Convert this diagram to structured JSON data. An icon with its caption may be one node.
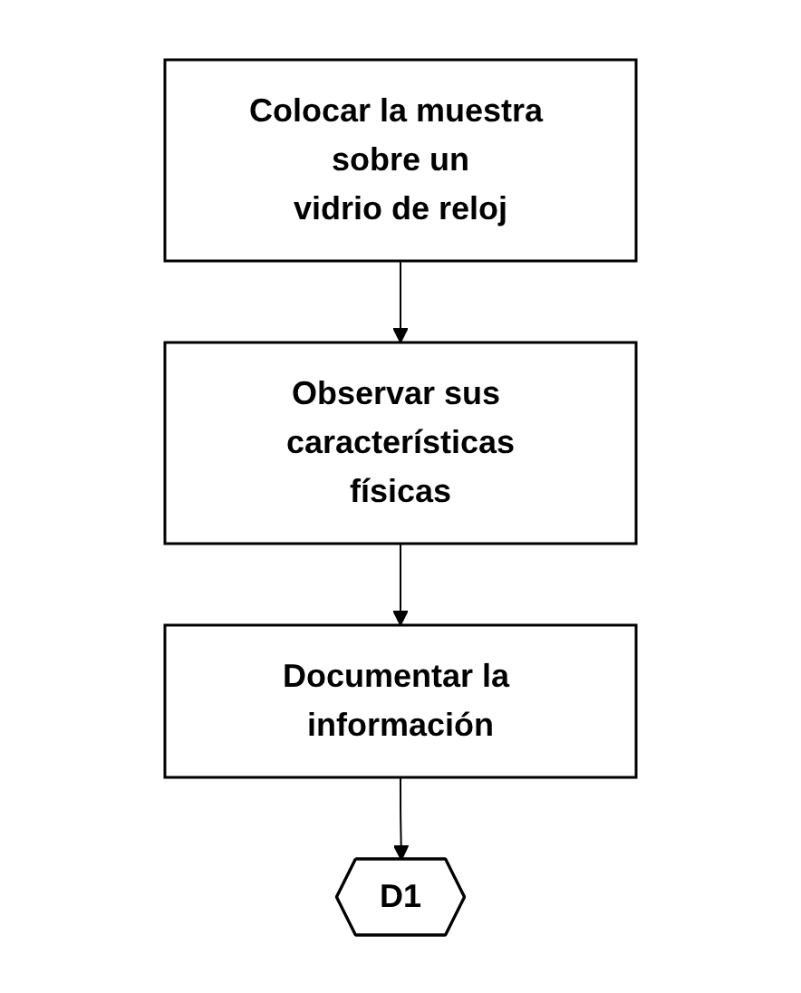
{
  "diagram": {
    "nodes": [
      {
        "text": [
          "Colocar la muestra sobre un vidrio de reloj"
        ]
      },
      {
        "text": [
          "Observar sus características físicas"
        ]
      },
      {
        "text": [
          "Documentar la información"
        ]
      },
      {
        "text": [
          "D1"
        ]
      }
    ],
    "edges": [
      {
        "from": 0,
        "to": 1,
        "arrow": "to"
      },
      {
        "from": 1,
        "to": 2,
        "arrow": "to"
      },
      {
        "from": 2,
        "to": 3,
        "arrow": "to"
      }
    ]
  }
}
